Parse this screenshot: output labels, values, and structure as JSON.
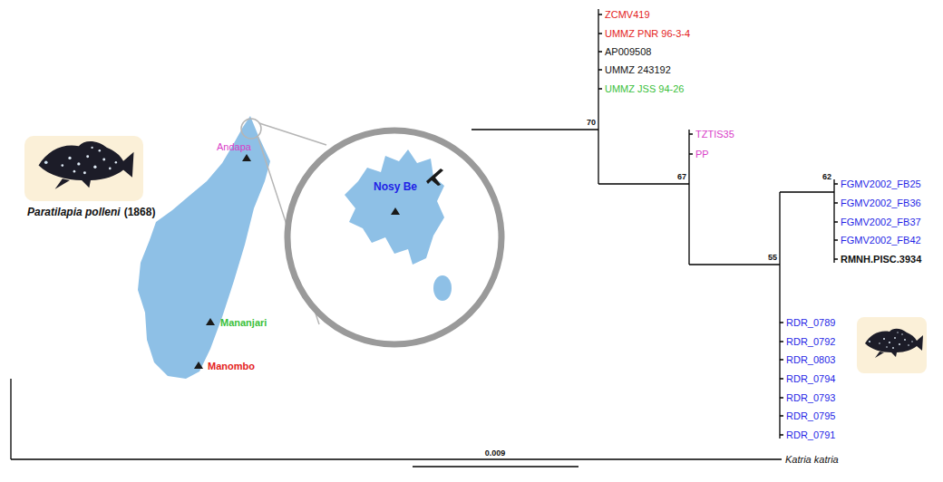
{
  "diagram": {
    "labels": [
      "ZCMV419",
      "UMMZ PNR 96-3-4",
      "AP009508",
      "UMMZ 243192",
      "UMMZ JSS 94-26",
      "TZTIS35",
      "PP",
      "FGMV2002_FB25",
      "FGMV2002_FB36",
      "FGMV2002_FB37",
      "FGMV2002_FB42",
      "RMNH.PISC.3934",
      "RDR_0789",
      "RDR_0792",
      "RDR_0803",
      "RDR_0794",
      "RDR_0793",
      "RDR_0795",
      "RDR_0791",
      "Katria katria",
      "70",
      "67",
      "62",
      "55",
      "0.009",
      "Paratilapia polleni",
      "(1868)",
      "Andapa",
      "Mananjari",
      "Manombo",
      "Nosy Be"
    ]
  }
}
